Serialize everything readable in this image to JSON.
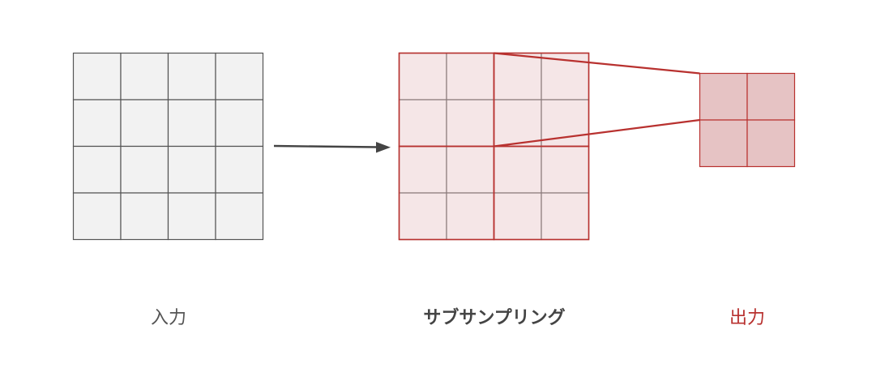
{
  "labels": {
    "input": "入力",
    "subsampling": "サブサンプリング",
    "output": "出力"
  },
  "grids": {
    "input": {
      "rows": 4,
      "cols": 4
    },
    "subsampling": {
      "rows": 4,
      "cols": 4
    },
    "output": {
      "rows": 2,
      "cols": 2
    }
  },
  "colors": {
    "grid_line": "#555555",
    "input_fill": "#f2f2f2",
    "accent": "#b8312f",
    "sub_fill": "#f5e6e7",
    "output_fill": "#e6c3c4",
    "arrow": "#444444"
  }
}
